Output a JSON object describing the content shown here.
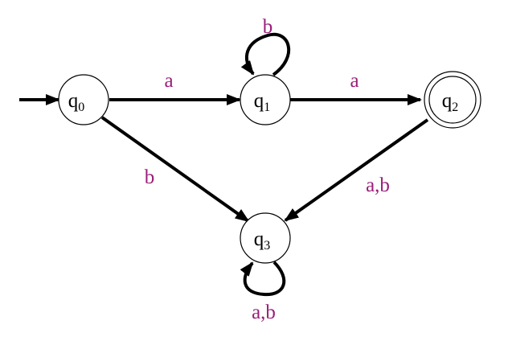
{
  "colors": {
    "label": "#9a1f7a",
    "stroke": "#000000",
    "background": "#ffffff"
  },
  "states": {
    "q0": {
      "main": "q",
      "sub": "0",
      "accepting": false,
      "initial": true
    },
    "q1": {
      "main": "q",
      "sub": "1",
      "accepting": false,
      "initial": false
    },
    "q2": {
      "main": "q",
      "sub": "2",
      "accepting": true,
      "initial": false
    },
    "q3": {
      "main": "q",
      "sub": "3",
      "accepting": false,
      "initial": false
    }
  },
  "transitions": {
    "q0_q1": {
      "from": "q0",
      "to": "q1",
      "label": "a"
    },
    "q1_q1": {
      "from": "q1",
      "to": "q1",
      "label": "b"
    },
    "q1_q2": {
      "from": "q1",
      "to": "q2",
      "label": "a"
    },
    "q0_q3": {
      "from": "q0",
      "to": "q3",
      "label": "b"
    },
    "q2_q3": {
      "from": "q2",
      "to": "q3",
      "label": "a,b"
    },
    "q3_q3": {
      "from": "q3",
      "to": "q3",
      "label": "a,b"
    }
  }
}
